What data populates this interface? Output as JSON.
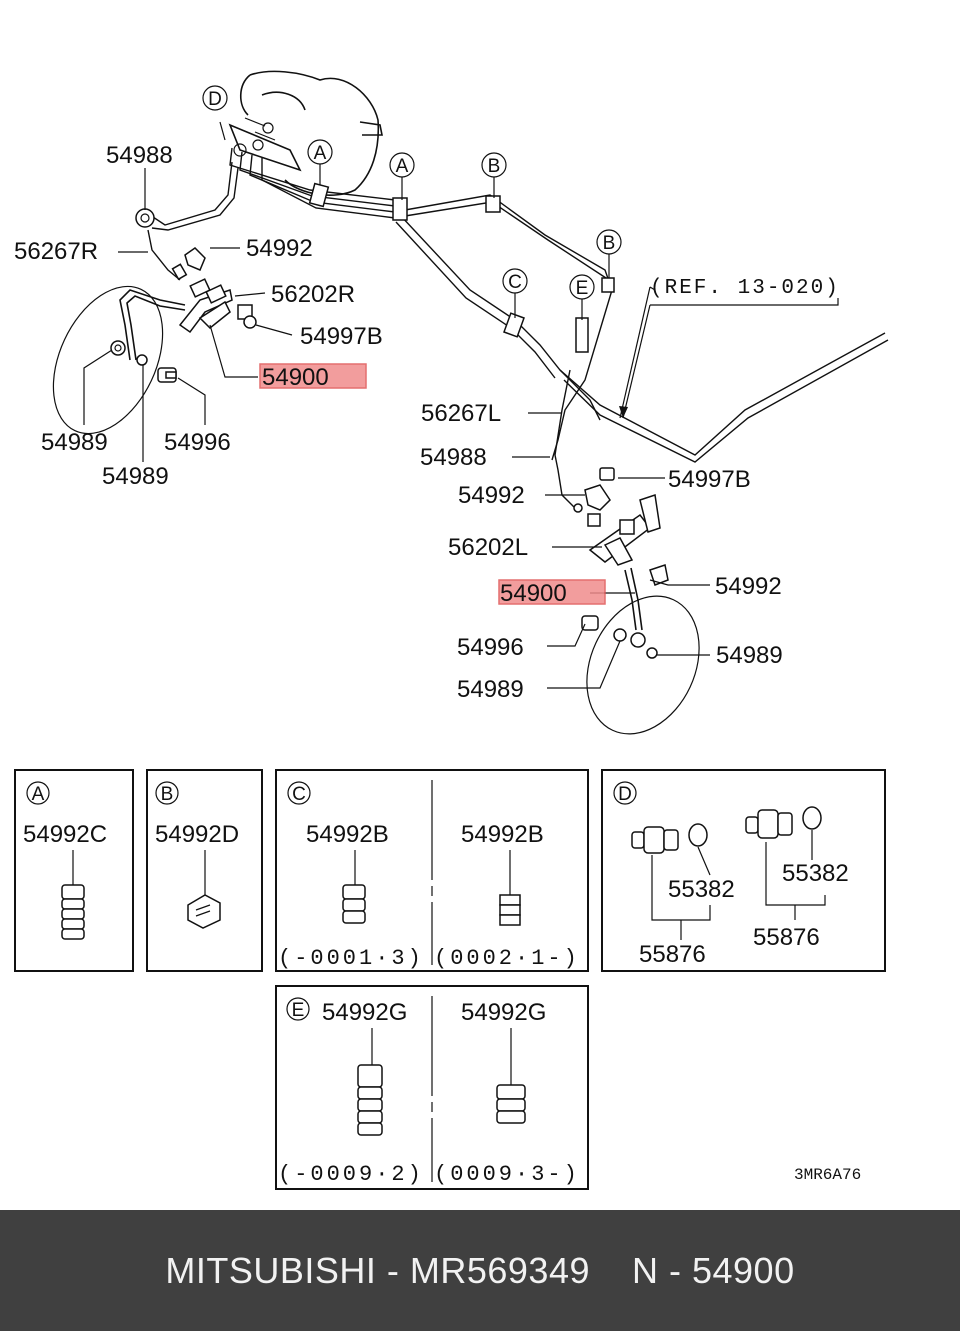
{
  "diagram": {
    "callouts": {
      "c54988_top": "54988",
      "c56267R": "56267R",
      "c54992_top": "54992",
      "c56202R": "56202R",
      "c54997B_top": "54997B",
      "c54900_top": "54900",
      "c54989_l1": "54989",
      "c54996_l": "54996",
      "c54989_l2": "54989",
      "ref": "(REF. 13-020)",
      "c56267L": "56267L",
      "c54988_mid": "54988",
      "c54997B_mid": "54997B",
      "c54992_mid": "54992",
      "c56202L": "56202L",
      "c54900_mid": "54900",
      "c54992_r": "54992",
      "c54996_r": "54996",
      "c54989_r1": "54989",
      "c54989_r2": "54989"
    },
    "circle_letters": {
      "d_top": "D",
      "a_1": "A",
      "a_2": "A",
      "b_1": "B",
      "b_2": "B",
      "c_1": "C",
      "e_1": "E"
    },
    "highlight_color": "#f08c8c"
  },
  "detail_boxes": {
    "A": {
      "letter": "A",
      "part": "54992C"
    },
    "B": {
      "letter": "B",
      "part": "54992D"
    },
    "C": {
      "letter": "C",
      "part_left": "54992B",
      "part_right": "54992B",
      "range_left": "(-0001·3)",
      "range_right": "(0002·1-)"
    },
    "D": {
      "letter": "D",
      "p55382_l": "55382",
      "p55382_r": "55382",
      "p55876_l": "55876",
      "p55876_r": "55876"
    },
    "E": {
      "letter": "E",
      "part_left": "54992G",
      "part_right": "54992G",
      "range_left": "(-0009·2)",
      "range_right": "(0009·3-)"
    }
  },
  "figure_code": "3MR6A76",
  "footer": {
    "text": "MITSUBISHI - MR569349    N - 54900"
  }
}
